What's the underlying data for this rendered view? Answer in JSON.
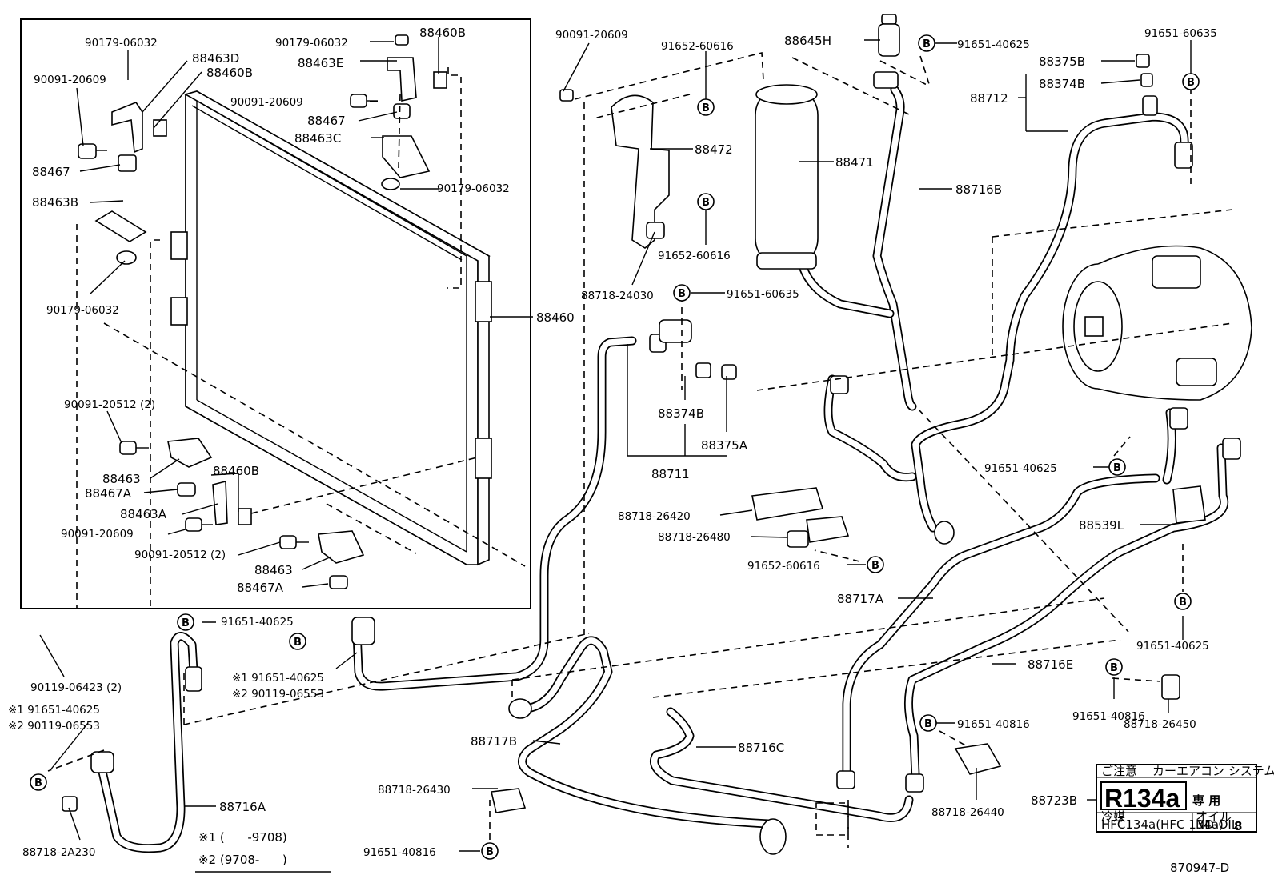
{
  "diagram_code": "870947-D",
  "clamp_symbol": "B",
  "labels": {
    "l001": "90179-06032",
    "l002": "88463D",
    "l003": "88460B",
    "l004": "90091-20609",
    "l005": "88467",
    "l006": "88463B",
    "l007": "90179-06032",
    "l008": "90179-06032",
    "l009": "88460B",
    "l010": "88463E",
    "l011": "90091-20609",
    "l012": "88467",
    "l013": "88463C",
    "l014": "90179-06032",
    "l015": "90091-20512 (2)",
    "l016": "88463",
    "l017": "88467A",
    "l018": "88463A",
    "l019": "90091-20609",
    "l020": "88460B",
    "l021": "90091-20512 (2)",
    "l022": "88463",
    "l023": "88467A",
    "l024": "88460",
    "l025": "90091-20609",
    "l026": "91652-60616",
    "l027": "88472",
    "l028": "91652-60616",
    "l029": "88718-24030",
    "l030": "88645H",
    "l031": "88471",
    "l032": "91651-40625",
    "l033": "88716B",
    "l034": "91651-60635",
    "l035": "88375B",
    "l036": "88374B",
    "l037": "88712",
    "l038": "91651-60635",
    "l039": "88374B",
    "l040": "88375A",
    "l041": "88711",
    "l042": "88718-26420",
    "l043": "88718-26480",
    "l044": "91652-60616",
    "l045": "91651-40625",
    "l046": "88539L",
    "l047": "88717A",
    "l048": "91651-40625",
    "l049": "88716E",
    "l050": "91651-40816",
    "l051": "88718-26450",
    "l052": "91651-40816",
    "l053": "88718-26440",
    "l054": "88723B",
    "l055": "88716C",
    "l056": "88717B",
    "l057": "88718-26430",
    "l058": "91651-40816",
    "l059": "91651-40625",
    "l060": "※1 91651-40625",
    "l061": "※2 90119-06553",
    "l062": "90119-06423 (2)",
    "l063": "※1 91651-40625",
    "l064": "※2 90119-06553",
    "l065": "88716A",
    "l066": "88718-2A230"
  },
  "notes": {
    "n1": "※1 (      -9708)",
    "n2": "※2 (9708-      )"
  },
  "caution_label": {
    "header_left": "ご注意",
    "header_right": "カーエアコン システム",
    "refrigerant": "R134a",
    "dedicated": "専 用",
    "refrigerant_caption": "冷媒",
    "refrigerant_spec": "HFC134a(HFC 134a)",
    "oil_caption": "オイル",
    "oil_spec": "ND-OIL",
    "oil_number": "8"
  }
}
